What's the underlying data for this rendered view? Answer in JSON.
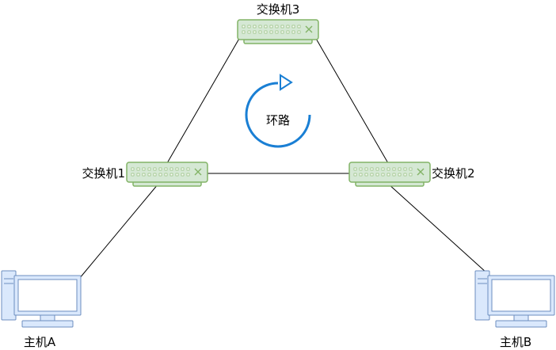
{
  "switches": [
    {
      "id": "sw3",
      "label": "交换机3"
    },
    {
      "id": "sw1",
      "label": "交换机1"
    },
    {
      "id": "sw2",
      "label": "交换机2"
    }
  ],
  "hosts": [
    {
      "id": "hostA",
      "label": "主机A"
    },
    {
      "id": "hostB",
      "label": "主机B"
    }
  ],
  "loop": {
    "label": "环路",
    "icon": "loop-arrow-icon"
  },
  "colors": {
    "switch_fill": "#d5e8d4",
    "switch_stroke": "#82b366",
    "host_fill": "#dae8fc",
    "host_stroke": "#6c8ebf",
    "host_screen": "#ffffff",
    "loop_arrow": "#1a7fd4",
    "link": "#000000"
  }
}
